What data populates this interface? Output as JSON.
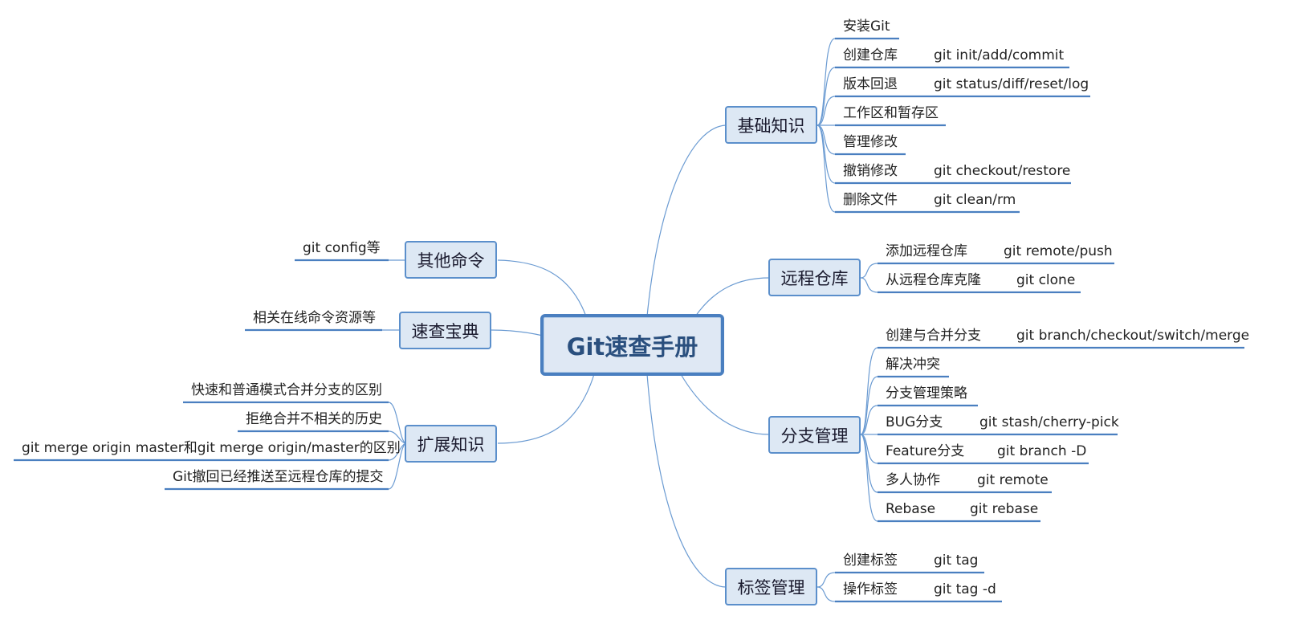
{
  "root": "Git速查手册",
  "branches": {
    "jichu": "基础知识",
    "yuancheng": "远程仓库",
    "fenzhi": "分支管理",
    "biaoqian": "标签管理",
    "qita": "其他命令",
    "suchao": "速查宝典",
    "kuozhan": "扩展知识"
  },
  "jichu_items": [
    {
      "label": "安装Git",
      "cmd": ""
    },
    {
      "label": "创建仓库",
      "cmd": "git init/add/commit"
    },
    {
      "label": "版本回退",
      "cmd": "git status/diff/reset/log"
    },
    {
      "label": "工作区和暂存区",
      "cmd": ""
    },
    {
      "label": "管理修改",
      "cmd": ""
    },
    {
      "label": "撤销修改",
      "cmd": "git checkout/restore"
    },
    {
      "label": "删除文件",
      "cmd": "git clean/rm"
    }
  ],
  "yuancheng_items": [
    {
      "label": "添加远程仓库",
      "cmd": "git remote/push"
    },
    {
      "label": "从远程仓库克隆",
      "cmd": "git clone"
    }
  ],
  "fenzhi_items": [
    {
      "label": "创建与合并分支",
      "cmd": "git branch/checkout/switch/merge"
    },
    {
      "label": "解决冲突",
      "cmd": ""
    },
    {
      "label": "分支管理策略",
      "cmd": ""
    },
    {
      "label": "BUG分支",
      "cmd": "git stash/cherry-pick"
    },
    {
      "label": "Feature分支",
      "cmd": "git branch -D"
    },
    {
      "label": "多人协作",
      "cmd": "git remote"
    },
    {
      "label": "Rebase",
      "cmd": "git rebase"
    }
  ],
  "biaoqian_items": [
    {
      "label": "创建标签",
      "cmd": "git tag"
    },
    {
      "label": "操作标签",
      "cmd": "git tag -d"
    }
  ],
  "qita_items": [
    "git config等"
  ],
  "suchao_items": [
    "相关在线命令资源等"
  ],
  "kuozhan_items": [
    "快速和普通模式合并分支的区别",
    "拒绝合并不相关的历史",
    "git merge origin master和git merge origin/master的区别",
    "Git撤回已经推送至远程仓库的提交"
  ],
  "colors": {
    "line": "#5b8fcb",
    "underline": "#4a7fc0",
    "node_fill": "#dde8f4"
  }
}
